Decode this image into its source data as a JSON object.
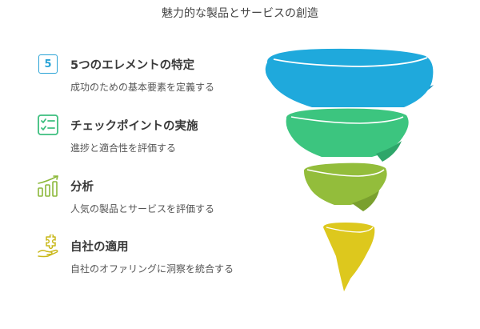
{
  "title": "魅力的な製品とサービスの創造",
  "items": [
    {
      "icon": "number-5-icon",
      "icon_text": "5",
      "heading": "5つのエレメントの特定",
      "description": "成功のための基本要素を定義する",
      "color": "#2aa3d6"
    },
    {
      "icon": "checklist-icon",
      "heading": "チェックポイントの実施",
      "description": "進捗と適合性を評価する",
      "color": "#3cbf7e"
    },
    {
      "icon": "bar-chart-growth-icon",
      "heading": "分析",
      "description": "人気の製品とサービスを評価する",
      "color": "#8cb83a"
    },
    {
      "icon": "hand-puzzle-icon",
      "heading": "自社の適用",
      "description": "自社のオファリングに洞察を統合する",
      "color": "#c9b81a"
    }
  ],
  "funnel_colors": [
    "#1fa9dc",
    "#3cc57f",
    "#93bd3b",
    "#ddc81d"
  ]
}
